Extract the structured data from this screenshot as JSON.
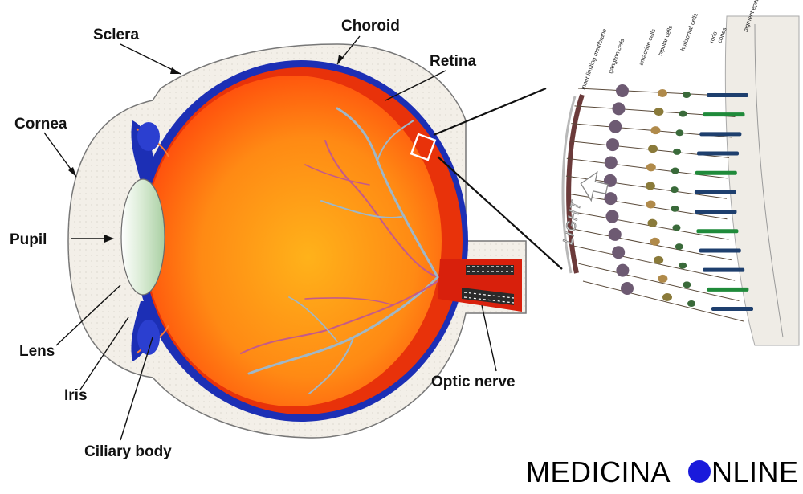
{
  "eye_labels": {
    "sclera": "Sclera",
    "choroid": "Choroid",
    "retina": "Retina",
    "cornea": "Cornea",
    "pupil": "Pupil",
    "lens": "Lens",
    "iris": "Iris",
    "ciliary_body": "Ciliary body",
    "optic_nerve": "Optic nerve"
  },
  "retina_labels": {
    "inner_limiting_membrane": "inner limiting membrane",
    "ganglion_cells": "ganglion cells",
    "amacrine_cells": "amacrine cells",
    "bipolar_cells": "bipolar cells",
    "horizontal_cells": "horizontal cells",
    "rods": "rods",
    "cones": "cones",
    "pigment_epithelium": "pigment epithelium",
    "light": "LIGHT"
  },
  "watermark": {
    "left": "MEDICINA ",
    "right": "NLINE",
    "dot_color": "#1a1adb"
  },
  "colors": {
    "sclera": "#f3efe8",
    "choroid": "#1c2fb5",
    "eyeball": "#ff6a10",
    "retina": "#e8320a",
    "lens": "#cfe6c9",
    "nerve": "#d8200c"
  }
}
